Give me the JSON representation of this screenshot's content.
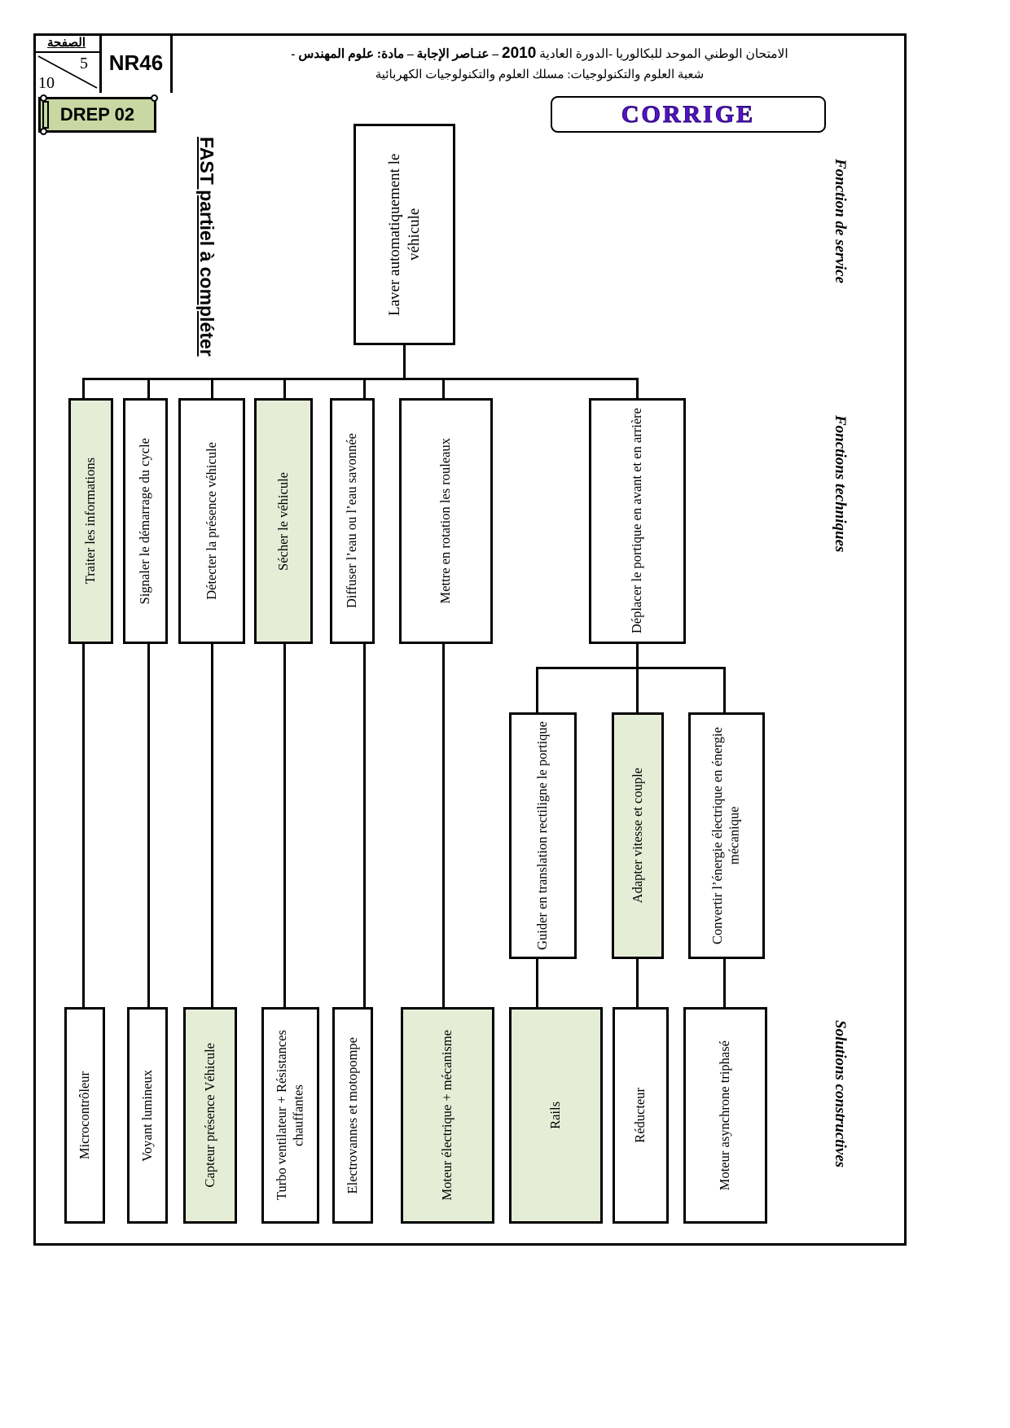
{
  "header": {
    "page_label": "الصفحة",
    "page_current": "5",
    "page_total": "10",
    "code": "NR46",
    "line1_pre": "الامتحان الوطني الموحد للبكالوريا -الدورة العادية ",
    "line1_year": "2010",
    "line1_post": " – عنـاصر الإجابة – مادة: علوم المهندس -",
    "line2": "شعبة العلوم والتكنولوجيات: مسلك العلوم والتكنولوجيات الكهربائية",
    "drep": "DREP 02",
    "corrige": "CORRIGE"
  },
  "diagram": {
    "title": "FAST partiel à compléter",
    "column_labels": {
      "service": "Fonction de service",
      "technical": "Fonctions techniques",
      "solutions": "Solutions constructives"
    },
    "root": {
      "label": "Laver automatiquement le véhicule",
      "highlight": false
    },
    "functions": [
      {
        "label": "Traiter les informations",
        "highlight": true
      },
      {
        "label": "Signaler le démarrage du cycle",
        "highlight": false
      },
      {
        "label": "Détecter  la présence véhicule",
        "highlight": false
      },
      {
        "label": "Sécher le véhicule",
        "highlight": true
      },
      {
        "label": "Diffuser l’eau ou l’eau savonnée",
        "highlight": false
      },
      {
        "label": "Mettre en rotation les rouleaux",
        "highlight": false
      },
      {
        "label": "Déplacer le portique en avant et en arrière",
        "highlight": false
      }
    ],
    "subfunctions": [
      {
        "label": "Guider en translation rectiligne le portique",
        "highlight": false
      },
      {
        "label": "Adapter vitesse et couple",
        "highlight": true
      },
      {
        "label": "Convertir l’énergie électrique en énergie mécanique",
        "highlight": false
      }
    ],
    "solutions": [
      {
        "label": "Microcontrôleur",
        "highlight": false
      },
      {
        "label": "Voyant lumineux",
        "highlight": false
      },
      {
        "label": "Capteur présence Véhicule",
        "highlight": true
      },
      {
        "label": "Turbo ventilateur + Résistances chauffantes",
        "highlight": false
      },
      {
        "label": "Electrovannes et motopompe",
        "highlight": false
      },
      {
        "label": "Moteur électrique + mécanisme",
        "highlight": true
      },
      {
        "label": "Rails",
        "highlight": true
      },
      {
        "label": "Réducteur",
        "highlight": false
      },
      {
        "label": "Moteur asynchrone triphasé",
        "highlight": false
      }
    ],
    "colors": {
      "highlight_fill": "#e6edd7",
      "tag_fill": "#c9d8a2",
      "corrige_text": "#5511cc"
    }
  }
}
